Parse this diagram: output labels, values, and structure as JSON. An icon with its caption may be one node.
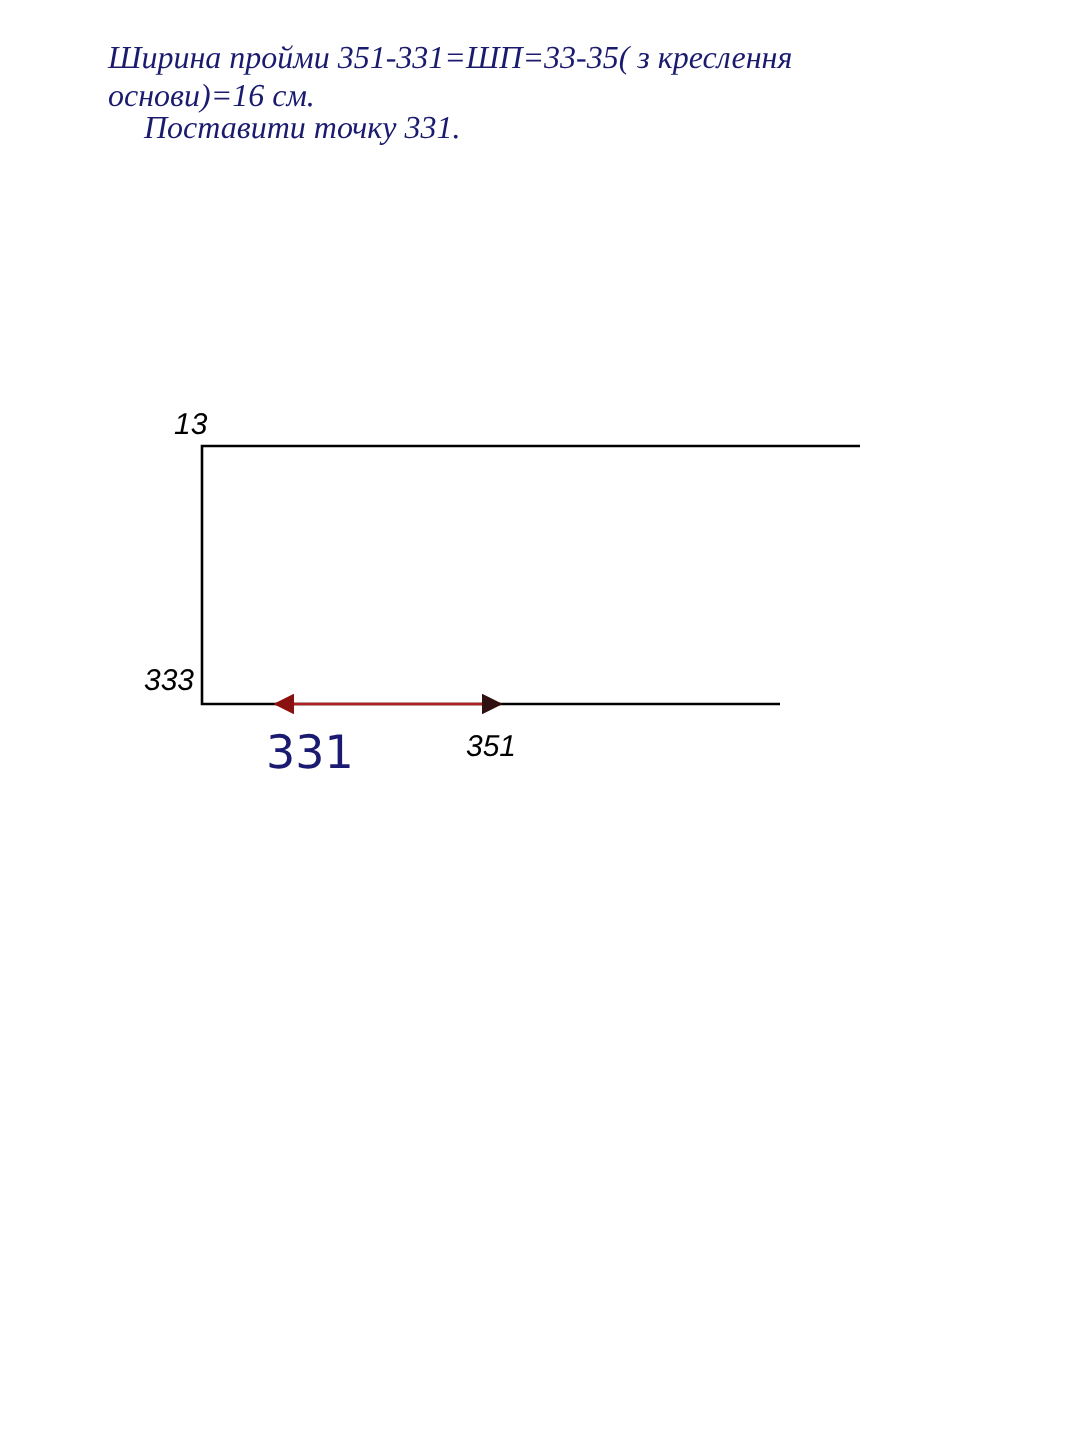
{
  "diagram": {
    "title": "Ширина пройми 351-331=ШП=33-35( з креслення основи)=16 см.",
    "labels": [
      "Поставити точку 331.",
      "13",
      "333",
      "331",
      "351"
    ]
  }
}
